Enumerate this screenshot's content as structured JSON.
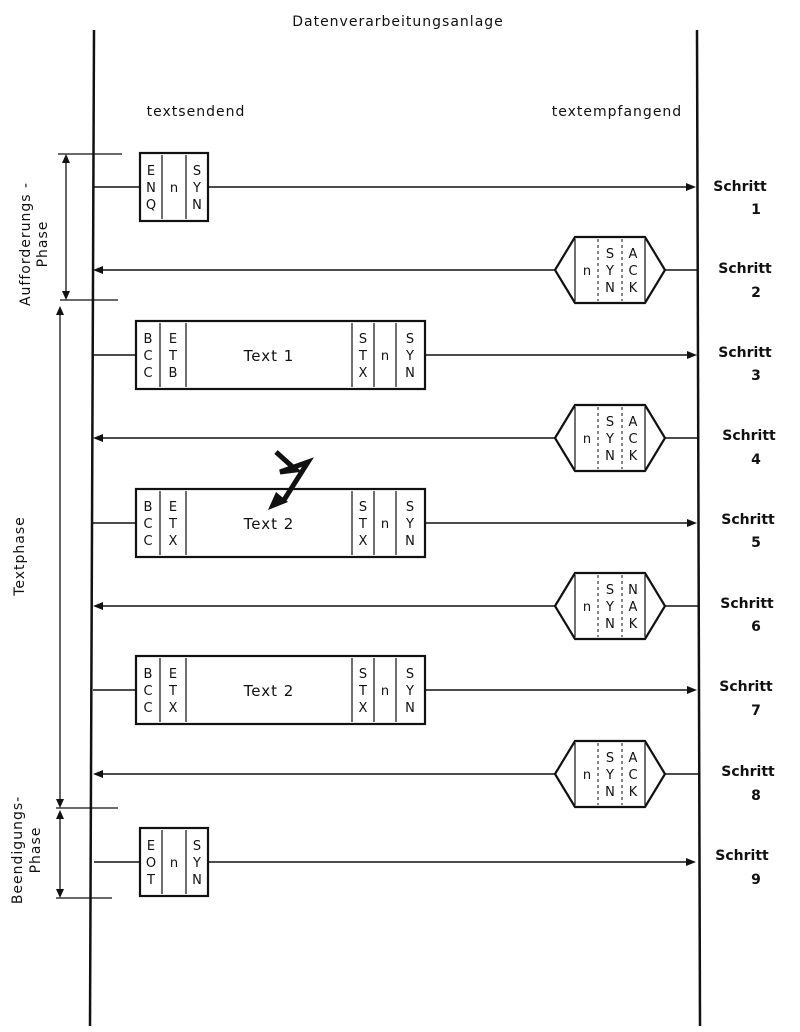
{
  "header": {
    "title": "Datenverarbeitungsanlage"
  },
  "columns": {
    "sender": "textsendend",
    "receiver": "textempfangend"
  },
  "phases": [
    {
      "label_lines": [
        "Aufforderungs -",
        "Phase"
      ]
    },
    {
      "label_lines": [
        "Textphase"
      ]
    },
    {
      "label_lines": [
        "Beendigungs-",
        "Phase"
      ]
    }
  ],
  "steps": [
    {
      "word": "Schritt",
      "num": "1"
    },
    {
      "word": "Schritt",
      "num": "2"
    },
    {
      "word": "Schritt",
      "num": "3"
    },
    {
      "word": "Schritt",
      "num": "4"
    },
    {
      "word": "Schritt",
      "num": "5"
    },
    {
      "word": "Schritt",
      "num": "6"
    },
    {
      "word": "Schritt",
      "num": "7"
    },
    {
      "word": "Schritt",
      "num": "8"
    },
    {
      "word": "Schritt",
      "num": "9"
    }
  ],
  "frames": [
    {
      "kind": "ctrl",
      "cols": [
        [
          "E",
          "N",
          "Q"
        ],
        [
          "n"
        ],
        [
          "S",
          "Y",
          "N"
        ]
      ]
    },
    {
      "kind": "resp",
      "cols": [
        [
          "n"
        ],
        [
          "S",
          "Y",
          "N"
        ],
        [
          "A",
          "C",
          "K"
        ]
      ]
    },
    {
      "kind": "text",
      "left": [
        [
          "B",
          "C",
          "C"
        ],
        [
          "E",
          "T",
          "B"
        ]
      ],
      "text": "Text 1",
      "right": [
        [
          "S",
          "T",
          "X"
        ],
        [
          "n"
        ],
        [
          "S",
          "Y",
          "N"
        ]
      ]
    },
    {
      "kind": "resp",
      "cols": [
        [
          "n"
        ],
        [
          "S",
          "Y",
          "N"
        ],
        [
          "A",
          "C",
          "K"
        ]
      ]
    },
    {
      "kind": "text",
      "left": [
        [
          "B",
          "C",
          "C"
        ],
        [
          "E",
          "T",
          "X"
        ]
      ],
      "text": "Text 2",
      "right": [
        [
          "S",
          "T",
          "X"
        ],
        [
          "n"
        ],
        [
          "S",
          "Y",
          "N"
        ]
      ]
    },
    {
      "kind": "resp",
      "cols": [
        [
          "n"
        ],
        [
          "S",
          "Y",
          "N"
        ],
        [
          "N",
          "A",
          "K"
        ]
      ]
    },
    {
      "kind": "text",
      "left": [
        [
          "B",
          "C",
          "C"
        ],
        [
          "E",
          "T",
          "X"
        ]
      ],
      "text": "Text  2",
      "right": [
        [
          "S",
          "T",
          "X"
        ],
        [
          "n"
        ],
        [
          "S",
          "Y",
          "N"
        ]
      ]
    },
    {
      "kind": "resp",
      "cols": [
        [
          "n"
        ],
        [
          "S",
          "Y",
          "N"
        ],
        [
          "A",
          "C",
          "K"
        ]
      ]
    },
    {
      "kind": "ctrl",
      "cols": [
        [
          "E",
          "O",
          "T"
        ],
        [
          "n"
        ],
        [
          "S",
          "Y",
          "N"
        ]
      ]
    }
  ]
}
